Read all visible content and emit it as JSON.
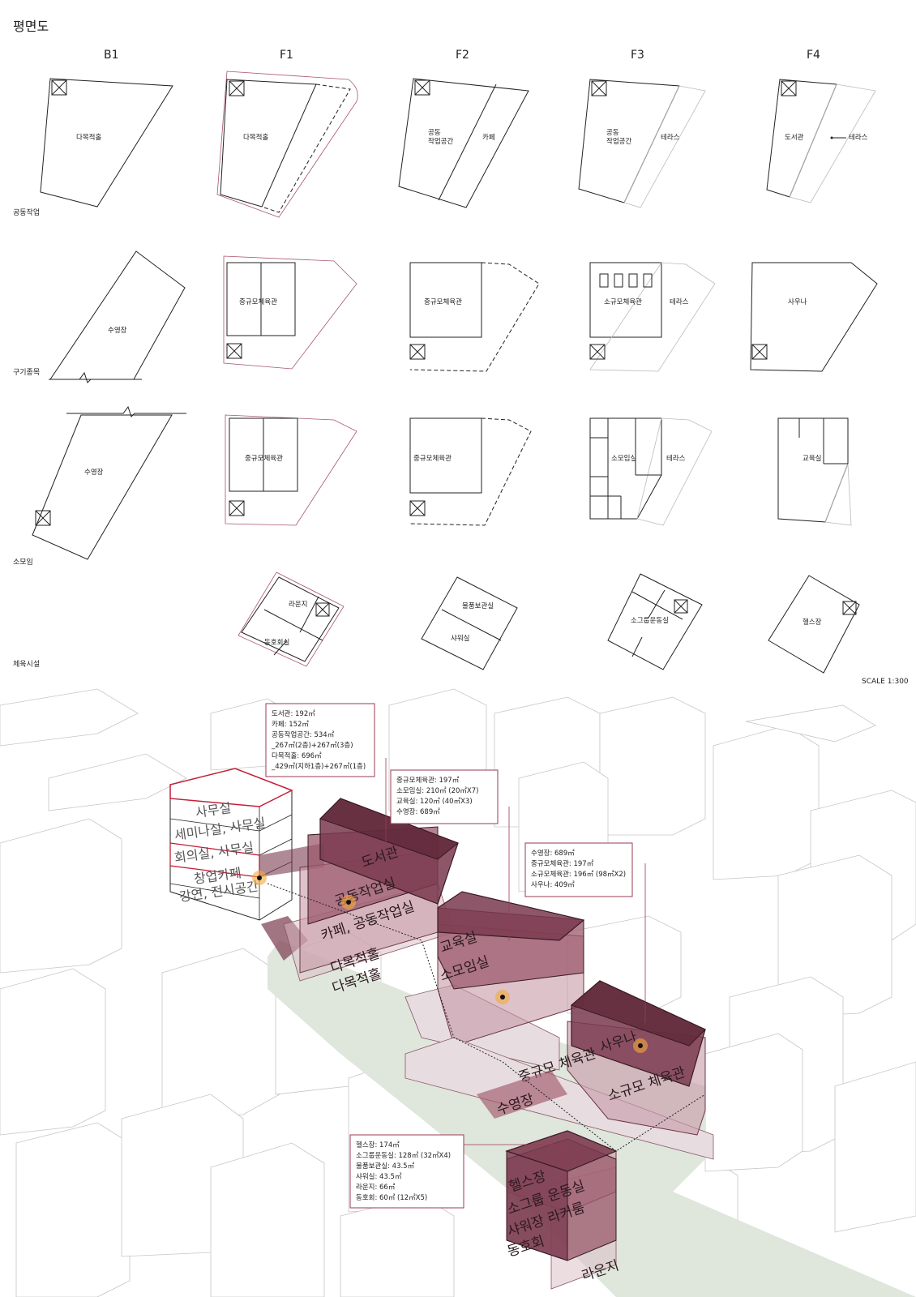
{
  "title": "평면도",
  "columns": [
    "B1",
    "F1",
    "F2",
    "F3",
    "F4"
  ],
  "rows": [
    "공동작업",
    "구기종목",
    "소모임",
    "체육시설"
  ],
  "rooms": {
    "r0": [
      "다목적홀",
      "다목적홀",
      "공동\n작업공간",
      "카페",
      "공동\n작업공간",
      "테라스",
      "도서관",
      "테라스"
    ],
    "r1": [
      "수영장",
      "중규모체육관",
      "중규모체육관",
      "소규모체육관",
      "테라스",
      "사우나"
    ],
    "r2": [
      "수영장",
      "중규모체육관",
      "중규모체육관",
      "소모임실",
      "테라스",
      "교육실"
    ],
    "r3": [
      "라운지",
      "동호회실",
      "물품보관실",
      "샤워실",
      "소그룹운동실",
      "헬스장"
    ]
  },
  "scale_label": "SCALE 1:300",
  "axo": {
    "left_tower": [
      "사무실",
      "세미나실, 사무실",
      "회의실, 사무실",
      "창업카페",
      "강연, 전시공간"
    ],
    "block1": [
      "도서관",
      "공동작업실",
      "카페, 공동작업실",
      "다목적홀",
      "다목적홀"
    ],
    "block2": [
      "교육실",
      "소모임실"
    ],
    "block3": [
      "사우나",
      "소규모 체육관",
      "중규모 체육관"
    ],
    "pool": "수영장",
    "block4": [
      "헬스장",
      "소그룹 운동실",
      "샤워장 라커룸",
      "동호회",
      "라운지"
    ]
  },
  "info_boxes": [
    [
      "도서관: 192㎡",
      "카페: 152㎡",
      "공동작업공간: 534㎡",
      "_267㎡(2층)+267㎡(3층)",
      "다목적홀: 696㎡",
      "_429㎡(지하1층)+267㎡(1층)"
    ],
    [
      "중규모체육관: 197㎡",
      "소모임실: 210㎡ (20㎡X7)",
      "교육실: 120㎡ (40㎡X3)",
      "수영장: 689㎡"
    ],
    [
      "수영장: 689㎡",
      "중규모체육관: 197㎡",
      "소규모체육관: 196㎡ (98㎡X2)",
      "사우나: 409㎡"
    ],
    [
      "헬스장: 174㎡",
      "소그룹운동실: 128㎡ (32㎡X4)",
      "물품보관실: 43.5㎡",
      "샤워실: 43.5㎡",
      "라운지: 66㎡",
      "동호회: 60㎡ (12㎡X5)"
    ]
  ]
}
